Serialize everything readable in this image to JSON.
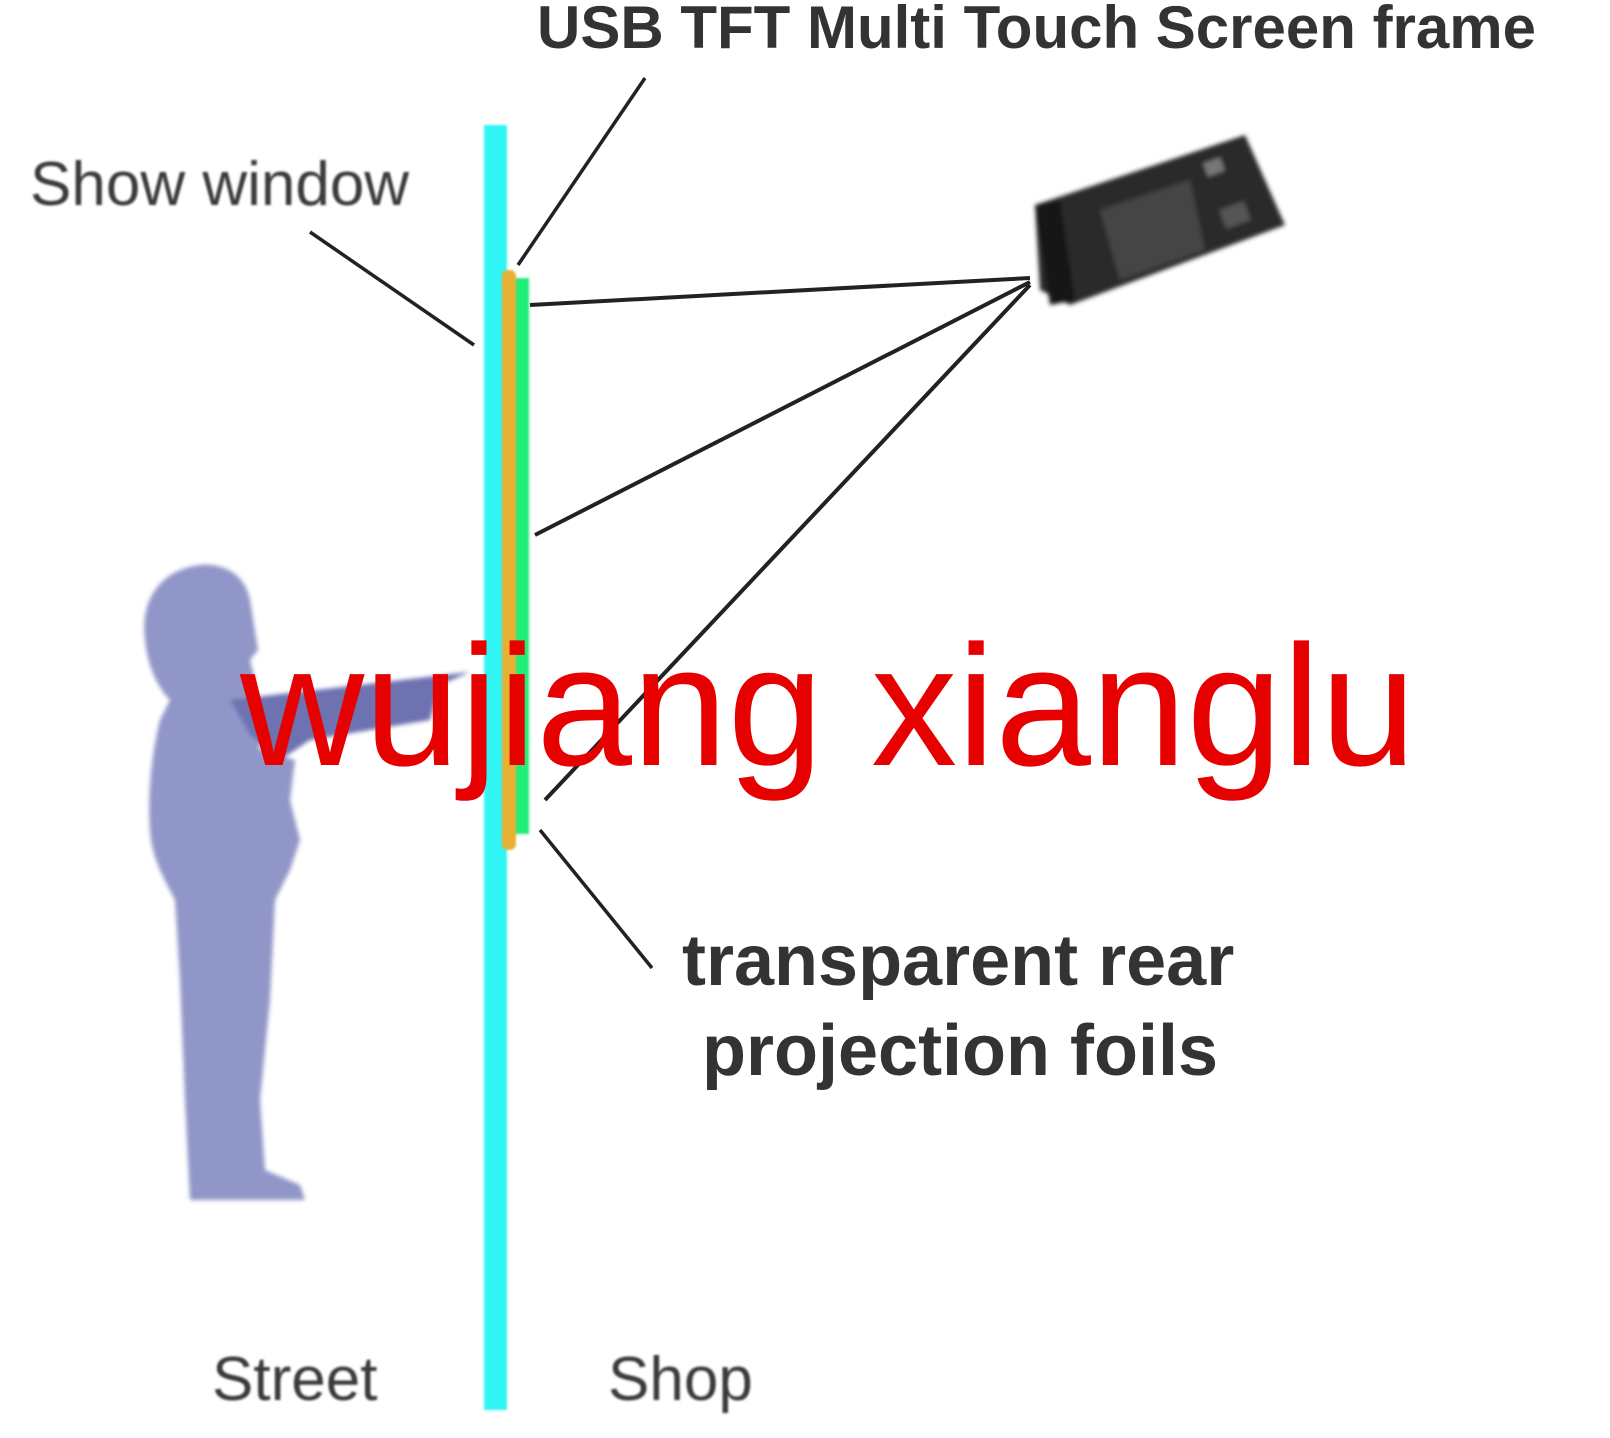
{
  "labels": {
    "screen_frame": "USB TFT Multi Touch Screen frame",
    "show_window": "Show window",
    "foils_line1": "transparent rear",
    "foils_line2": "projection foils",
    "street": "Street",
    "shop": "Shop"
  },
  "watermark": "wujiang xianglu",
  "colors": {
    "window_glass": "#33f5f5",
    "foil": "#e8b030",
    "touch_frame": "#22ee77",
    "person": "#9096c8",
    "projector": "#2a2a2a",
    "watermark": "#e60000"
  }
}
